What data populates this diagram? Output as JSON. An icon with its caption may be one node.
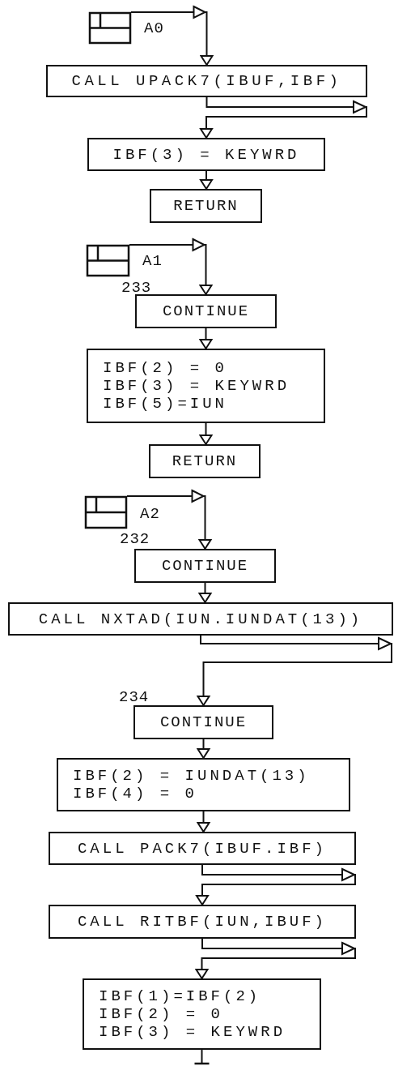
{
  "diagram": {
    "nodes": [
      {
        "text": [],
        "shape": "box",
        "beside": [
          "A0"
        ]
      },
      {
        "text": [
          "CALL UPACK7(IBUF,IBF)"
        ]
      },
      {
        "text": [
          "IBF(3) = KEYWRD"
        ]
      },
      {
        "text": [
          "RETURN"
        ]
      },
      {
        "text": [],
        "shape": "box",
        "beside": [
          "A1"
        ]
      },
      {
        "text": [
          "CONTINUE"
        ],
        "beside": [
          "233"
        ]
      },
      {
        "text": [
          "IBF(2) = 0",
          "IBF(3) = KEYWRD",
          "IBF(5)=IUN"
        ]
      },
      {
        "text": [
          "RETURN"
        ]
      },
      {
        "text": [],
        "shape": "box",
        "beside": [
          "A2"
        ]
      },
      {
        "text": [
          "CONTINUE"
        ],
        "beside": [
          "232"
        ]
      },
      {
        "text": [
          "CALL NXTAD(IUN.IUNDAT(13))"
        ]
      },
      {
        "text": [
          "CONTINUE"
        ],
        "beside": [
          "234"
        ]
      },
      {
        "text": [
          "IBF(2) = IUNDAT(13)",
          "IBF(4) = 0"
        ]
      },
      {
        "text": [
          "CALL PACK7(IBUF.IBF)"
        ]
      },
      {
        "text": [
          "CALL RITBF(IUN,IBUF)"
        ]
      },
      {
        "text": [
          "IBF(1)=IBF(2)",
          "IBF(2) = 0",
          "IBF(3) = KEYWRD"
        ]
      }
    ],
    "edges": [
      {
        "from": 0,
        "to": 1,
        "arrow": "to"
      },
      {
        "from": 1,
        "to": 2,
        "arrow": "to"
      },
      {
        "from": 2,
        "to": 3,
        "arrow": "to"
      },
      {
        "from": 4,
        "to": 5,
        "arrow": "to"
      },
      {
        "from": 5,
        "to": 6,
        "arrow": "to"
      },
      {
        "from": 6,
        "to": 7,
        "arrow": "to"
      },
      {
        "from": 8,
        "to": 9,
        "arrow": "to"
      },
      {
        "from": 9,
        "to": 10,
        "arrow": "to"
      },
      {
        "from": 10,
        "to": 11,
        "arrow": "to"
      },
      {
        "from": 11,
        "to": 12,
        "arrow": "to"
      },
      {
        "from": 12,
        "to": 13,
        "arrow": "to"
      },
      {
        "from": 13,
        "to": 14,
        "arrow": "to"
      },
      {
        "from": 14,
        "to": 15,
        "arrow": "to"
      },
      {
        "from": 15,
        "to": null,
        "arrow": "other"
      }
    ]
  }
}
